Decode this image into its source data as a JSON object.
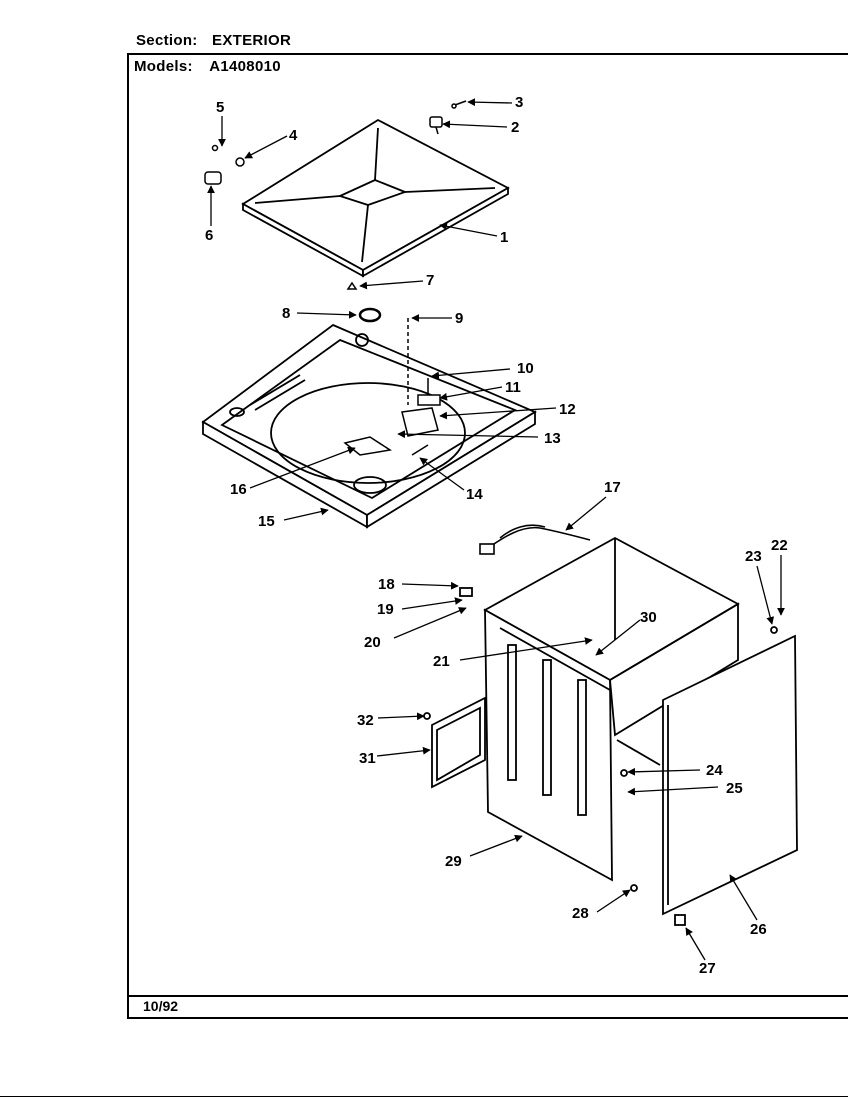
{
  "header": {
    "section_label": "Section:",
    "section_value": "EXTERIOR",
    "models_label": "Models:",
    "models_value": "A1408010"
  },
  "footer": {
    "date": "10/92"
  },
  "callouts": [
    "1",
    "2",
    "3",
    "4",
    "5",
    "6",
    "7",
    "8",
    "9",
    "10",
    "11",
    "12",
    "13",
    "14",
    "15",
    "16",
    "17",
    "18",
    "19",
    "20",
    "21",
    "22",
    "23",
    "24",
    "25",
    "26",
    "27",
    "28",
    "29",
    "30",
    "31",
    "32"
  ]
}
